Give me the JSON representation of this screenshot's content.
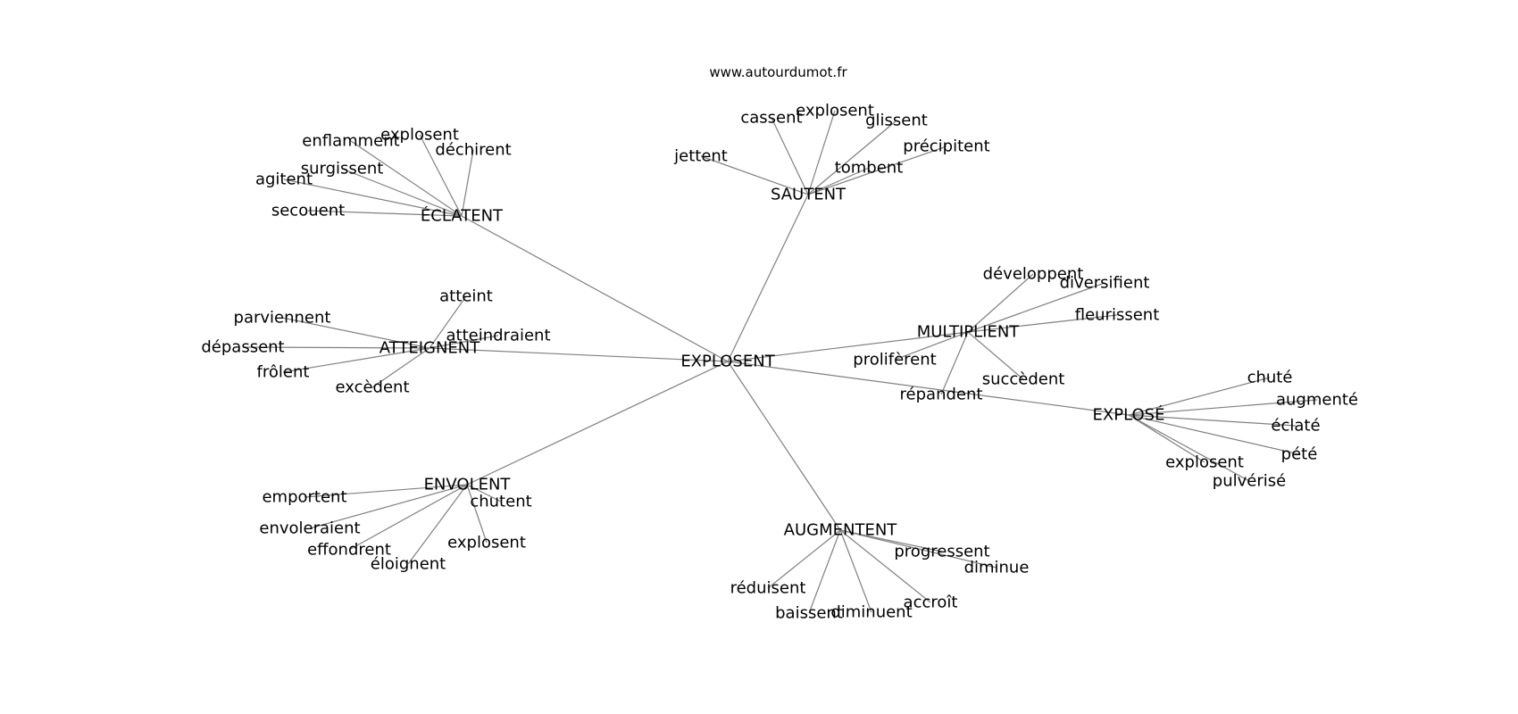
{
  "source": "www.autourdumot.fr",
  "root": "EXPLOSENT",
  "clusters": [
    {
      "hub": "ÉCLATENT",
      "words": [
        "explosent",
        "enflamment",
        "déchirent",
        "surgissent",
        "agitent",
        "secouent"
      ]
    },
    {
      "hub": "SAUTENT",
      "words": [
        "explosent",
        "cassent",
        "glissent",
        "jettent",
        "précipitent",
        "tombent"
      ]
    },
    {
      "hub": "ATTEIGNENT",
      "words": [
        "atteint",
        "parviennent",
        "atteindraient",
        "dépassent",
        "frôlent",
        "excèdent"
      ]
    },
    {
      "hub": "MULTIPLIENT",
      "words": [
        "développent",
        "diversifient",
        "fleurissent",
        "prolifèrent",
        "succèdent",
        "répandent"
      ]
    },
    {
      "hub": "EXPLOSÉ",
      "words": [
        "chuté",
        "augmenté",
        "éclaté",
        "pété",
        "explosent",
        "pulvérisé"
      ]
    },
    {
      "hub": "ENVOLENT",
      "words": [
        "emportent",
        "chutent",
        "envoleraient",
        "explosent",
        "effondrent",
        "éloignent"
      ]
    },
    {
      "hub": "AUGMENTENT",
      "words": [
        "progressent",
        "diminue",
        "réduisent",
        "accroît",
        "baissent",
        "diminuent"
      ]
    }
  ],
  "colors": {
    "edge": "#808080",
    "text": "#000000",
    "background": "#ffffff"
  }
}
